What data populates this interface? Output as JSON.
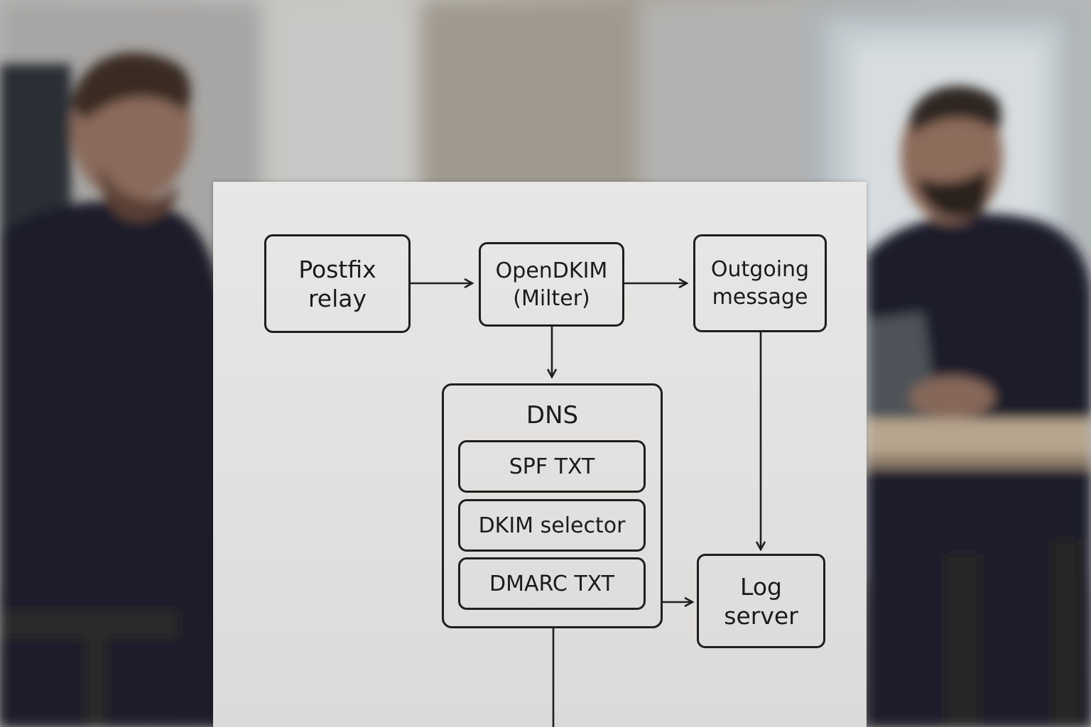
{
  "diagram": {
    "nodes": {
      "postfix_relay": "Postfix\nrelay",
      "opendkim": "OpenDKIM\n(Milter)",
      "outgoing_message": "Outgoing\nmessage",
      "log_server": "Log\nserver"
    },
    "dns": {
      "title": "DNS",
      "records": [
        "SPF TXT",
        "DKIM selector",
        "DMARC TXT"
      ]
    },
    "edges": [
      {
        "from": "postfix_relay",
        "to": "opendkim"
      },
      {
        "from": "opendkim",
        "to": "outgoing_message"
      },
      {
        "from": "opendkim",
        "to": "dns"
      },
      {
        "from": "outgoing_message",
        "to": "log_server"
      },
      {
        "from": "dns",
        "to": "log_server"
      }
    ]
  }
}
